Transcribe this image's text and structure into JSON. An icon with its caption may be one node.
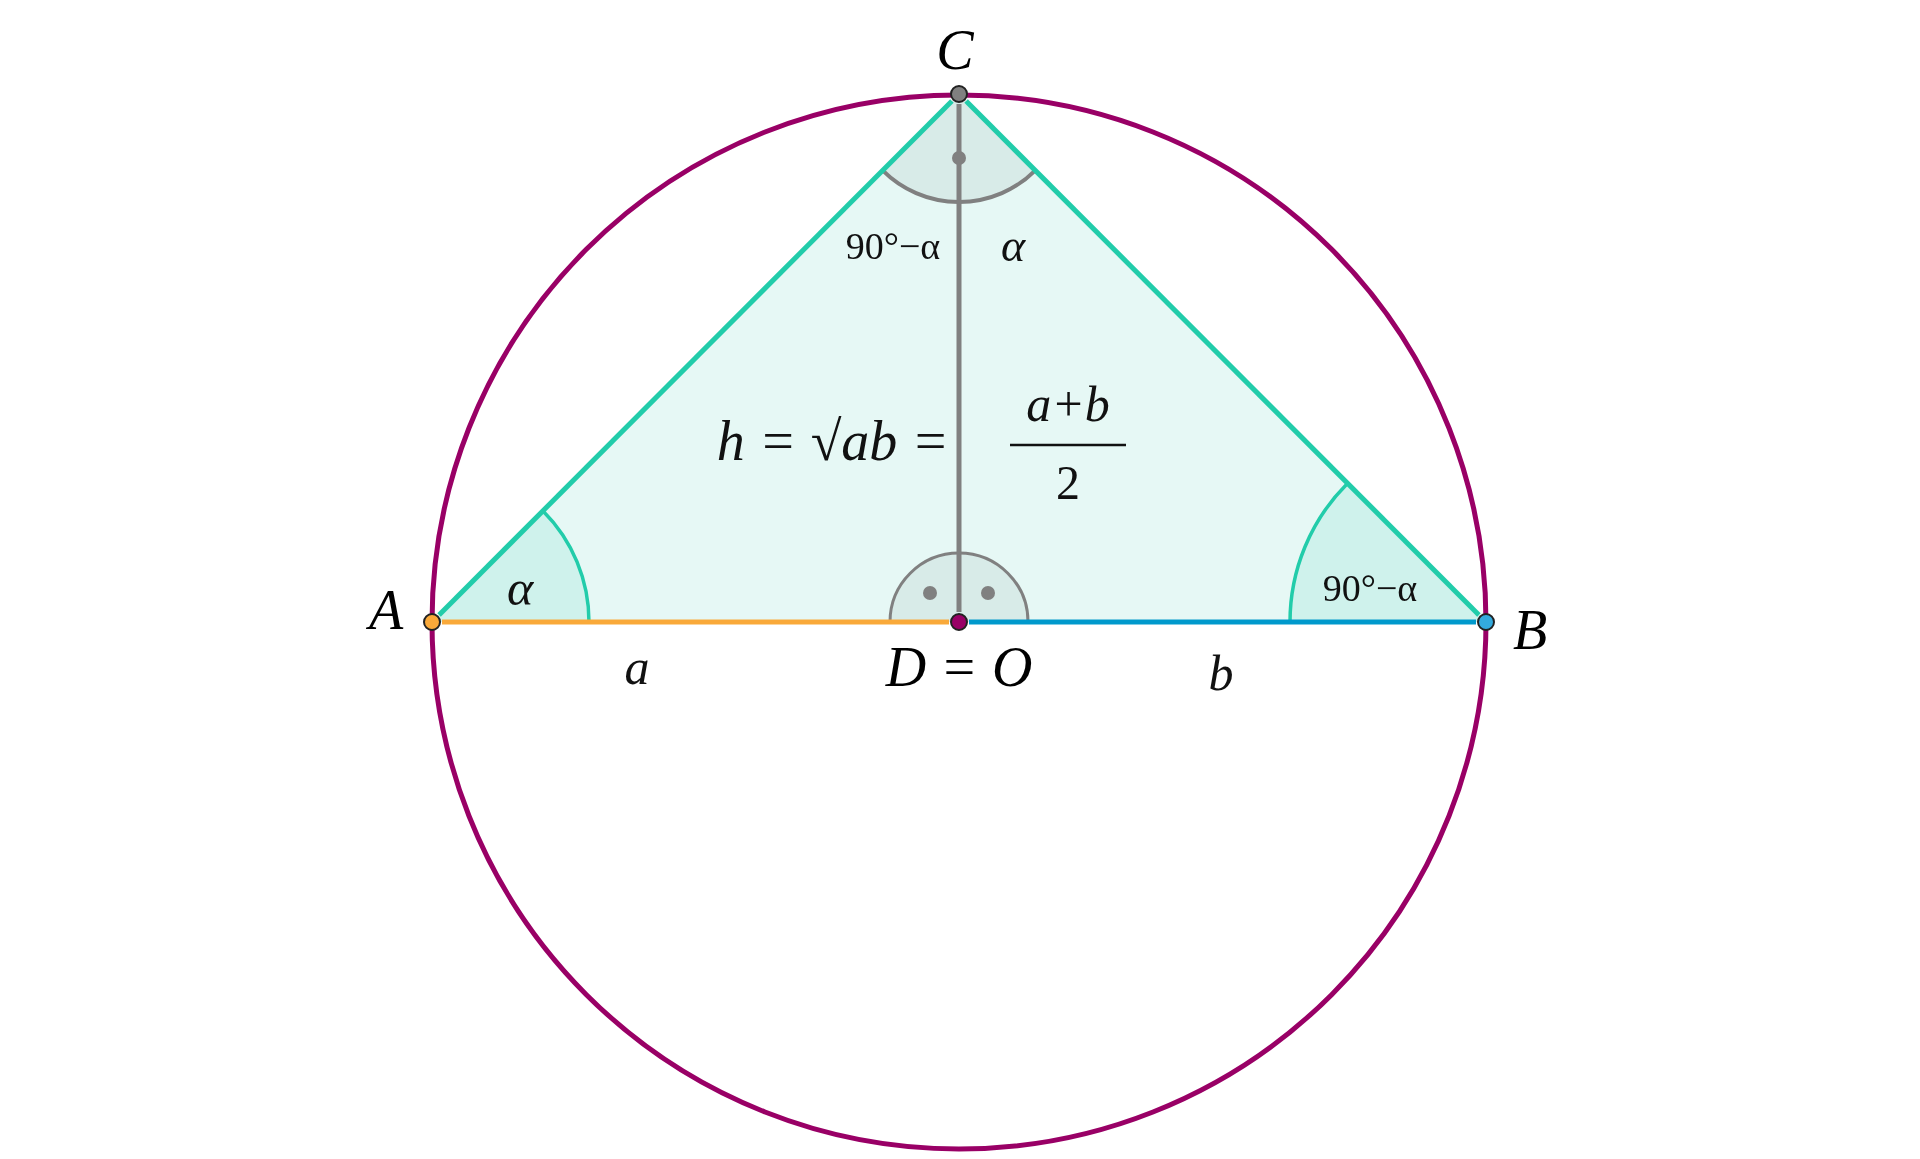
{
  "diagram": {
    "nodes": [
      {
        "text": [],
        "shape": "circle",
        "beside": [
          "A"
        ]
      },
      {
        "text": [],
        "shape": "circle",
        "beside": [
          "B"
        ]
      },
      {
        "text": [],
        "shape": "circle",
        "beside": [
          "C"
        ]
      },
      {
        "text": [],
        "shape": "circle",
        "beside": [
          "D = O"
        ]
      }
    ],
    "edges": [
      {
        "from": 0,
        "to": 3,
        "arrow": "none",
        "color": "#f9a93a"
      },
      {
        "from": 3,
        "to": 1,
        "arrow": "none",
        "color": "#0099cc"
      },
      {
        "from": 0,
        "to": 2,
        "arrow": "none"
      },
      {
        "from": 2,
        "to": 1,
        "arrow": "none"
      },
      {
        "from": 2,
        "to": 3,
        "arrow": "none",
        "color": "#808080"
      }
    ],
    "labels": [
      "90°−α",
      "α",
      "h = √ab =",
      "a+b",
      "2",
      "α",
      "90°−α",
      "a",
      "b"
    ]
  }
}
